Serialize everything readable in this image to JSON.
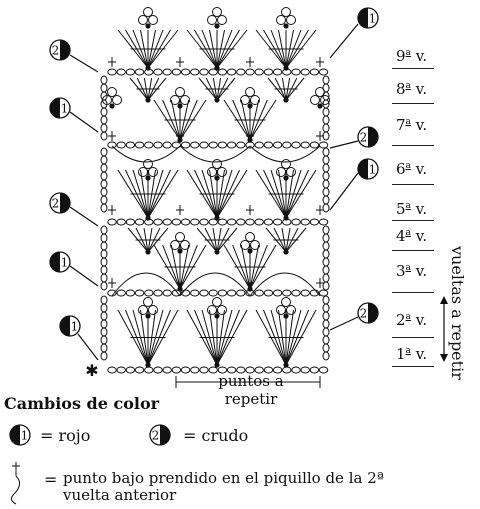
{
  "rows": [
    {
      "id": "9",
      "label_num": "9",
      "label_suffix": "a",
      "label_v": "v."
    },
    {
      "id": "8",
      "label_num": "8",
      "label_suffix": "a",
      "label_v": "v."
    },
    {
      "id": "7",
      "label_num": "7",
      "label_suffix": "a",
      "label_v": "v."
    },
    {
      "id": "6",
      "label_num": "6",
      "label_suffix": "a",
      "label_v": "v."
    },
    {
      "id": "5",
      "label_num": "5",
      "label_suffix": "a",
      "label_v": "v."
    },
    {
      "id": "4",
      "label_num": "4",
      "label_suffix": "a",
      "label_v": "v."
    },
    {
      "id": "3",
      "label_num": "3",
      "label_suffix": "a",
      "label_v": "v."
    },
    {
      "id": "2",
      "label_num": "2",
      "label_suffix": "a",
      "label_v": "v."
    },
    {
      "id": "1",
      "label_num": "1",
      "label_suffix": "a",
      "label_v": "v."
    }
  ],
  "repeat_label": "vueltas a repetir",
  "puntos_label": {
    "line1": "puntos a",
    "line2": "repetir"
  },
  "markers": {
    "one": "1",
    "two": "2",
    "start": "✱"
  },
  "legend": {
    "title": "Cambios de color",
    "items": [
      {
        "marker": "1",
        "text": "= rojo"
      },
      {
        "marker": "2",
        "text": "= crudo"
      }
    ],
    "footnote_eq": "=",
    "footnote": "punto bajo prendido en el piquillo de la 2ª vuelta anterior"
  },
  "colors": {
    "ink": "#111111",
    "background": "#ffffff"
  }
}
